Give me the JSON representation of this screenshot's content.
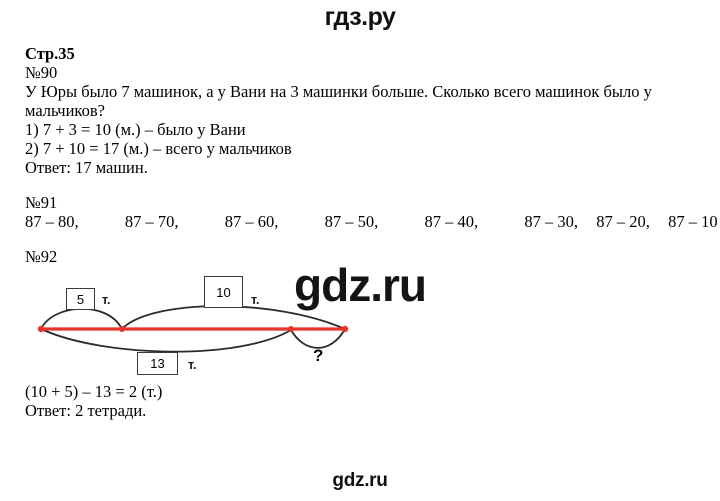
{
  "watermarks": {
    "top": "гдз.ру",
    "center": "gdz.ru",
    "bottom": "gdz.ru"
  },
  "page_label": "Стр.35",
  "tasks": [
    {
      "number": "№90",
      "problem": "У Юры было 7 машинок, а у Вани на 3 машинки больше. Сколько всего машинок было у мальчиков?",
      "steps": [
        "1) 7 + 3 = 10 (м.) – было у Вани",
        "2) 7 + 10 = 17 (м.) – всего у мальчиков"
      ],
      "answer": "Ответ: 17 машин."
    },
    {
      "number": "№91",
      "expressions": [
        "87 – 80,",
        "87 – 70,",
        "87 – 60,",
        "87 – 50,",
        "87 – 40,",
        "87 – 30,",
        "87 – 20,",
        "87 – 10"
      ]
    },
    {
      "number": "№92",
      "diagram": {
        "part_top_left": "5",
        "part_top_left_unit": "т.",
        "part_top_right": "10",
        "part_top_right_unit": "т.",
        "part_bottom": "13",
        "part_bottom_unit": "т.",
        "unknown": "?",
        "accent_color": "#e8352b",
        "stroke_color": "#2b2b2b"
      },
      "solution": "(10 + 5) – 13 = 2 (т.)",
      "answer": "Ответ: 2 тетради."
    }
  ]
}
